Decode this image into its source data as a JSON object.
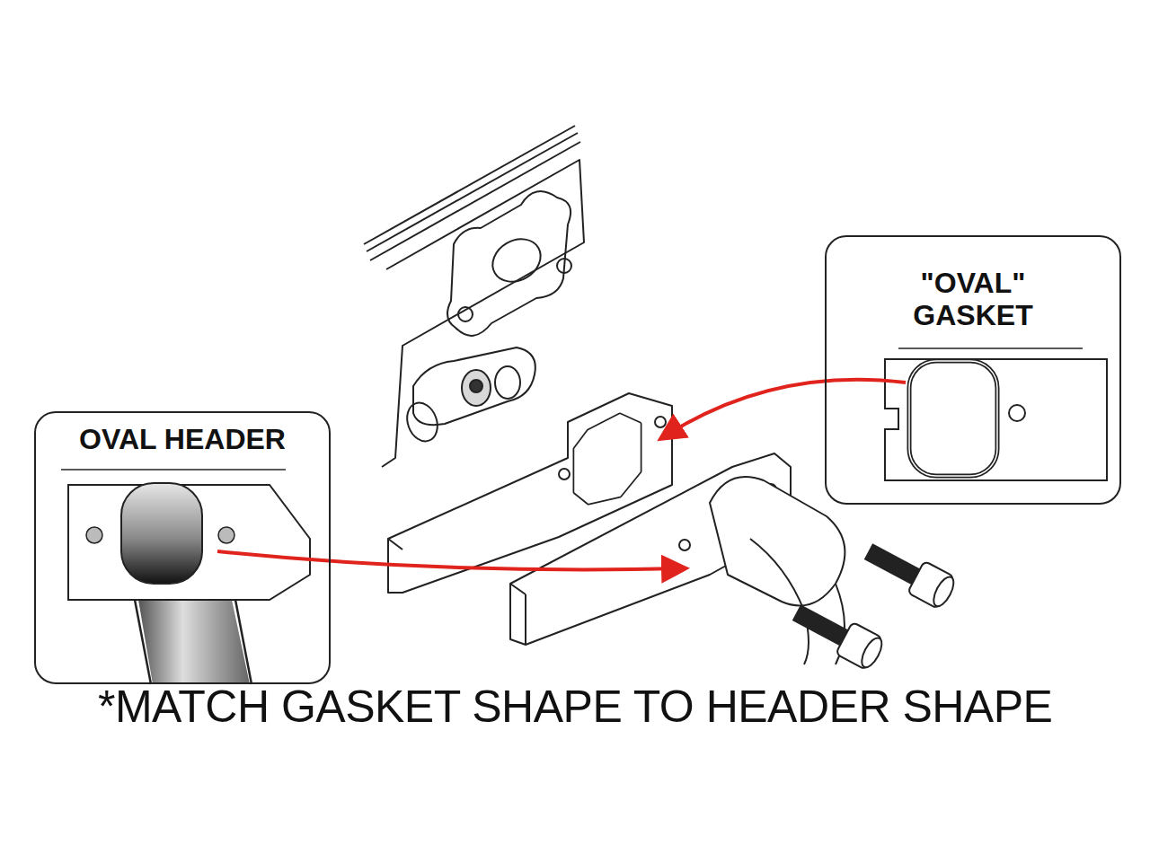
{
  "diagram": {
    "caption": "*MATCH GASKET SHAPE TO HEADER SHAPE",
    "nodes": [
      {
        "text": [
          "\"OVAL\" GASKET"
        ]
      },
      {
        "text": [
          "OVAL HEADER"
        ]
      }
    ]
  }
}
